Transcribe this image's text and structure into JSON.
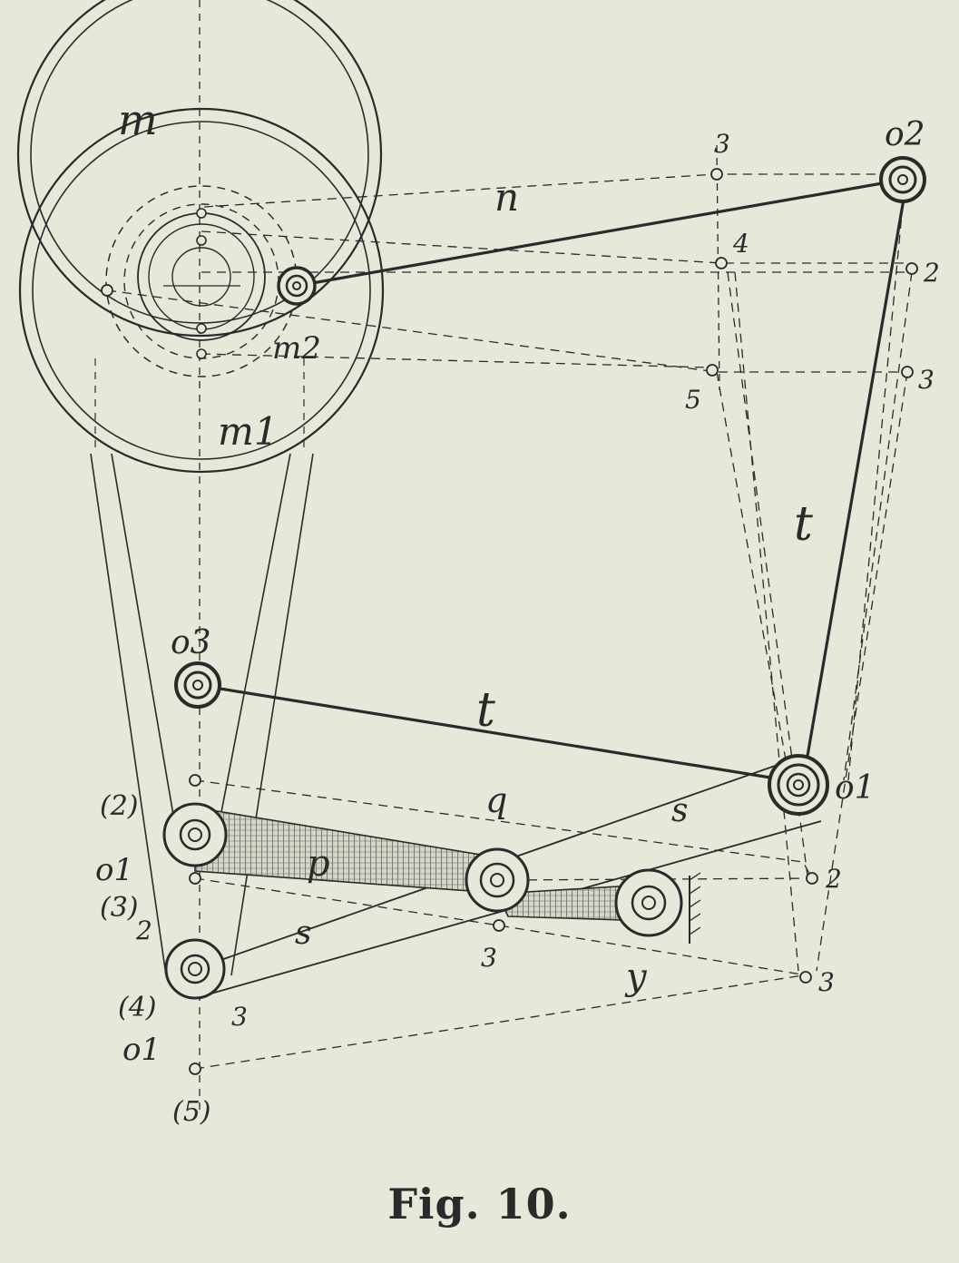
{
  "figure": {
    "caption": "Fig. 10.",
    "labels": {
      "m": "m",
      "m1": "m1",
      "m2": "m2",
      "n": "n",
      "o1_top": "o1",
      "o1_bot": "o1",
      "o1_right": "o1",
      "o2": "o2",
      "o3": "o3",
      "t_upper": "t",
      "t_lower": "t",
      "q": "q",
      "p": "p",
      "s_upper": "s",
      "s_lower": "s",
      "y": "y",
      "n3": "3",
      "n4": "4",
      "n5": "5",
      "r2": "2",
      "r3": "3",
      "b2": "2",
      "b3": "3",
      "c3": "3",
      "l2": "2",
      "l3": "3",
      "p2": "(2)",
      "p3": "(3)",
      "p4": "(4)",
      "p5": "(5)"
    }
  },
  "colors": {
    "ink": "#2a2a2a",
    "paper": "#e6e8da",
    "hatch": "#6b6b6b"
  }
}
